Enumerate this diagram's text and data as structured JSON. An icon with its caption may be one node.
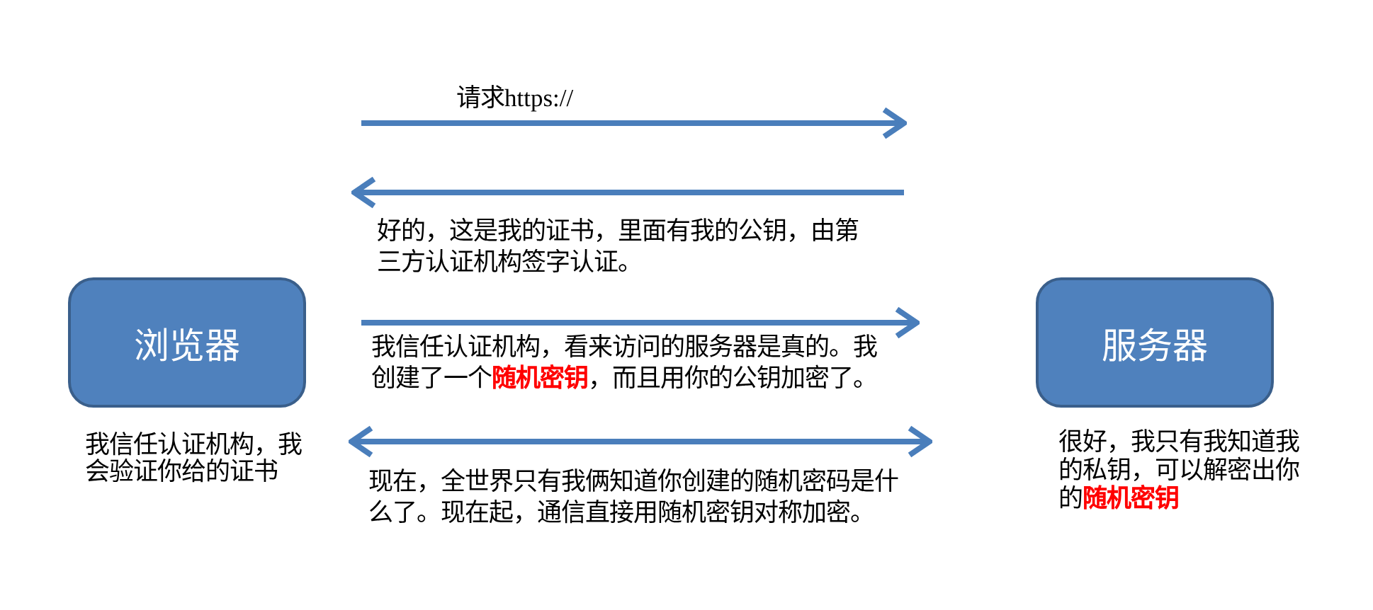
{
  "diagram": {
    "nodes": [
      {
        "text": [
          "浏览器"
        ],
        "beside": [
          "我信任认证机构，我会验证你给的证书"
        ]
      },
      {
        "text": [
          "服务器"
        ],
        "beside": [
          "很好，我只有我知道我的私钥，可以解密出你的**随机密钥**"
        ]
      }
    ],
    "edges": [
      {
        "from": null,
        "to": 0,
        "arrow": "to",
        "label": "好的，这是我的证书，里面有我的公钥，由第三方认证机构签字认证。"
      },
      {
        "from": 0,
        "to": 1,
        "arrow": "to",
        "label": "我信任认证机构，看来访问的服务器是真的。我创建了一个**随机密钥**，而且用你的公钥加密了。"
      },
      {
        "from": 0,
        "to": 1,
        "arrow": "both",
        "label": "现在，全世界只有我俩知道你创建的随机密码是什么了。现在起，通信直接用随机密钥对称加密。"
      }
    ],
    "labels": [
      "请求https://"
    ]
  }
}
